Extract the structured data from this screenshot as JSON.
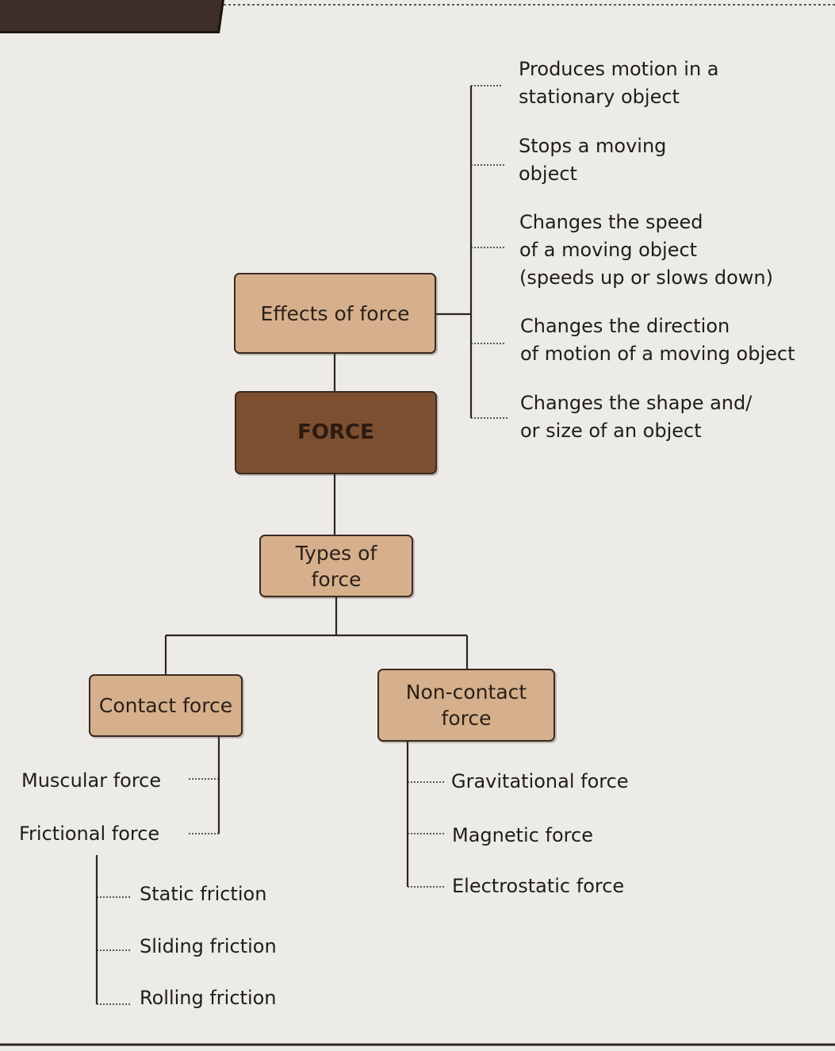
{
  "header": {
    "tag": ""
  },
  "nodes": {
    "effects": "Effects of force",
    "force": "FORCE",
    "types_line1": "Types of",
    "types_line2": "force",
    "contact": "Contact force",
    "noncontact_line1": "Non-contact",
    "noncontact_line2": "force"
  },
  "effects_list": [
    [
      "Produces motion in a",
      "stationary object"
    ],
    [
      "Stops a moving",
      "object"
    ],
    [
      "Changes the speed",
      "of a moving object",
      "(speeds up or slows down)"
    ],
    [
      "Changes the direction",
      "of motion of a moving object"
    ],
    [
      "Changes the shape and/",
      "or size of an object"
    ]
  ],
  "contact_list": [
    "Muscular force",
    "Frictional force"
  ],
  "friction_list": [
    "Static friction",
    "Sliding friction",
    "Rolling friction"
  ],
  "noncontact_list": [
    "Gravitational force",
    "Magnetic force",
    "Electrostatic force"
  ],
  "colors": {
    "box_light": "#d6b08c",
    "box_dark": "#7d4f31",
    "line": "#2b2622"
  }
}
